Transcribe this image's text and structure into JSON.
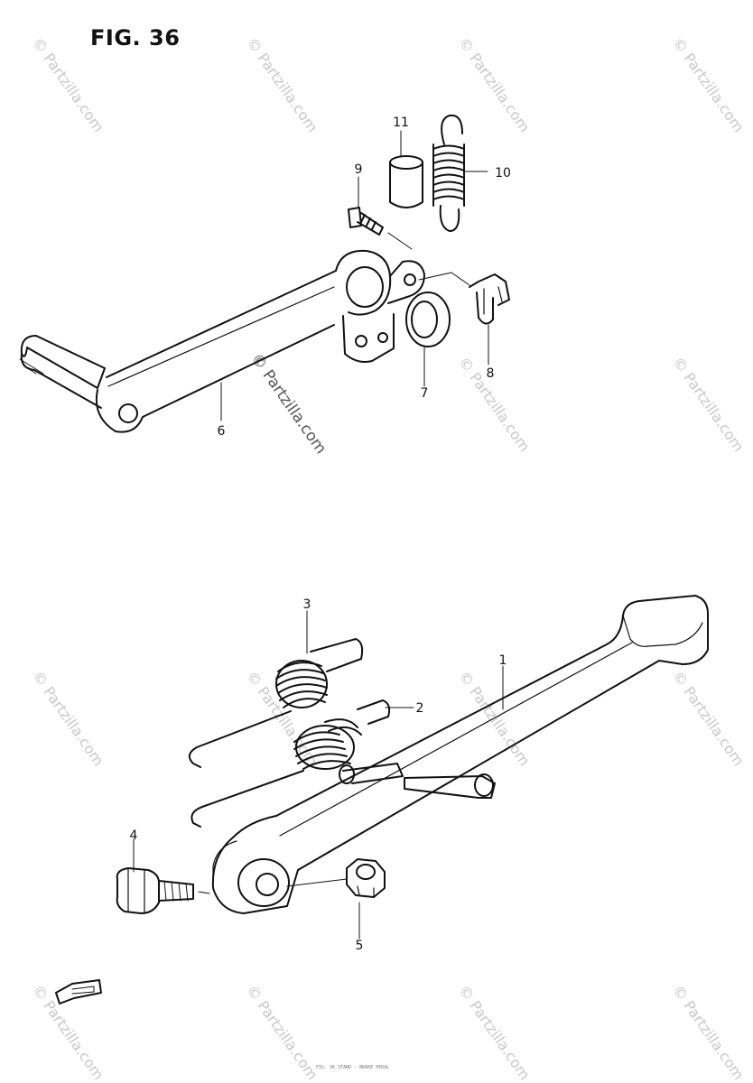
{
  "figure": {
    "title": "FIG. 36"
  },
  "watermark": {
    "text": "© Partzilla.com"
  },
  "callouts": [
    {
      "id": "1",
      "part": "side-stand"
    },
    {
      "id": "2",
      "part": "spring-inner"
    },
    {
      "id": "3",
      "part": "spring-outer"
    },
    {
      "id": "4",
      "part": "bolt"
    },
    {
      "id": "5",
      "part": "nut"
    },
    {
      "id": "6",
      "part": "brake-pedal"
    },
    {
      "id": "7",
      "part": "washer"
    },
    {
      "id": "8",
      "part": "clip"
    },
    {
      "id": "9",
      "part": "bolt-small"
    },
    {
      "id": "10",
      "part": "return-spring"
    },
    {
      "id": "11",
      "part": "spacer"
    }
  ],
  "footer": {
    "text": "FIG. 36 STAND - BRAKE PEDAL"
  },
  "colors": {
    "line": "#111111",
    "watermark": "#c8c8c8"
  }
}
